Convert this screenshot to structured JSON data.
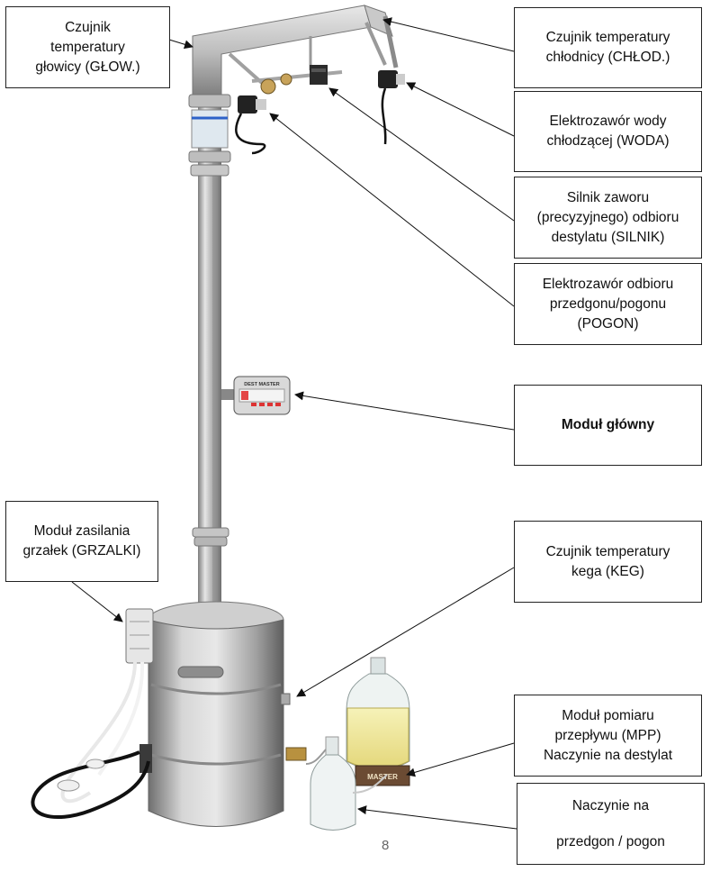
{
  "labels": {
    "glow": "Czujnik\ntemperatury\ngłowicy (GŁOW.)",
    "chlod": "Czujnik temperatury\nchłodnicy (CHŁOD.)",
    "woda": "Elektrozawór wody\nchłodzącej (WODA)",
    "silnik": "Silnik zaworu\n(precyzyjnego) odbioru\ndestylatu (SILNIK)",
    "pogon": "Elektrozawór odbioru\nprzedgonu/pogonu\n(POGON)",
    "modul_glowny": "Moduł główny",
    "grzalki": "Moduł zasilania\ngrzałek (GRZALKI)",
    "keg": "Czujnik temperatury\nkega (KEG)",
    "mpp": "Moduł pomiaru\nprzepływu (MPP)\nNaczynie na destylat",
    "przedgon": "Naczynie na\n\nprzedgon / pogon"
  },
  "device": {
    "panel_title": "DEST MASTER",
    "scale_label": "MASTER"
  },
  "page_number": "8"
}
